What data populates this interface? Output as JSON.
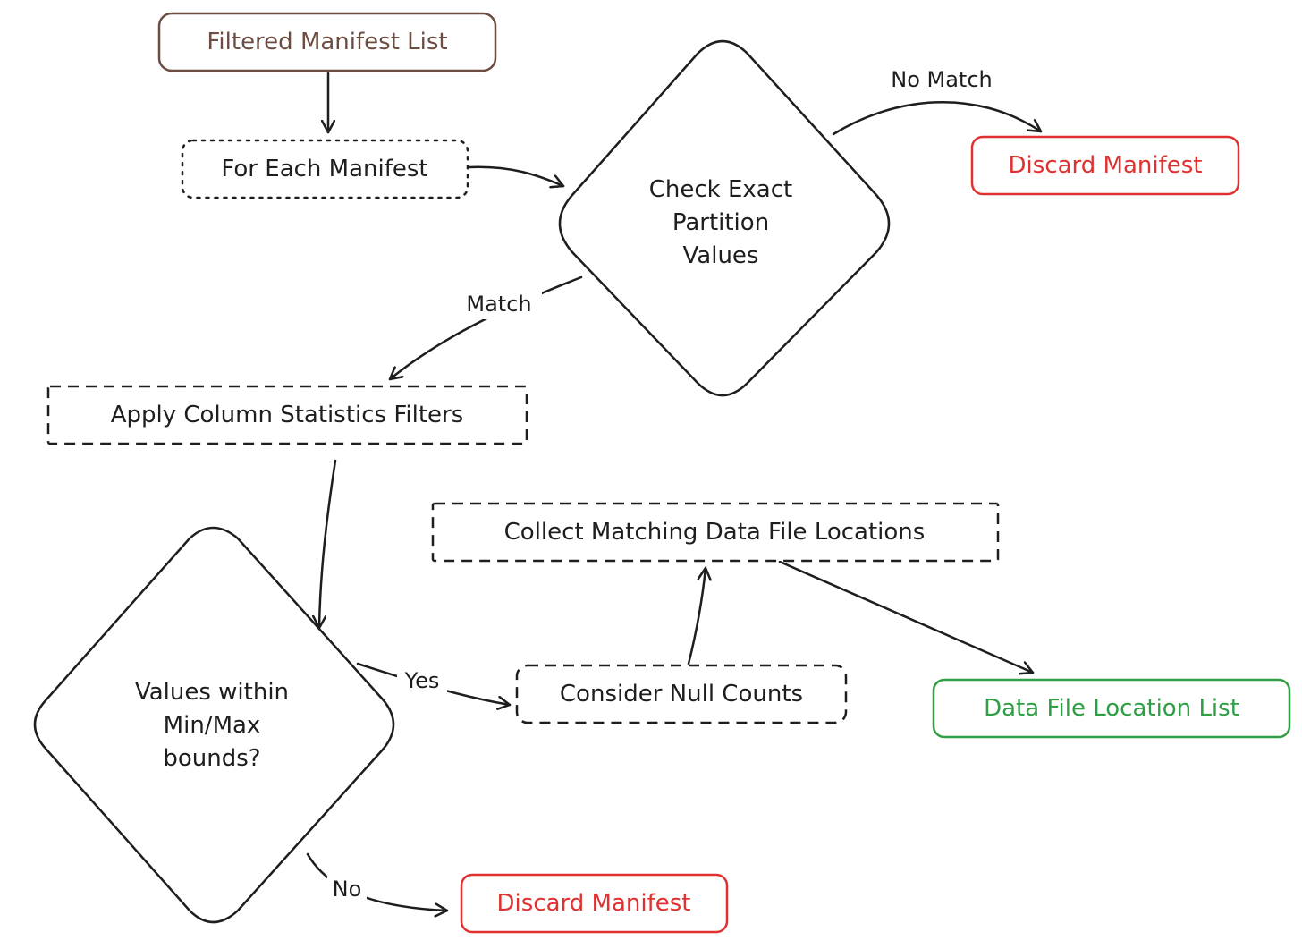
{
  "colors": {
    "ink": "#1e1e1e",
    "brown": "#6d4c41",
    "red": "#e03131",
    "green": "#2f9e44"
  },
  "nodes": {
    "filtered_manifest_list": "Filtered Manifest List",
    "for_each_manifest": "For Each Manifest",
    "check_partition": [
      "Check Exact",
      "Partition",
      "Values"
    ],
    "discard_manifest_top": "Discard Manifest",
    "apply_column_stats": "Apply Column Statistics Filters",
    "collect_locations": "Collect Matching Data File Locations",
    "values_within_bounds": [
      "Values within",
      "Min/Max",
      "bounds?"
    ],
    "consider_null_counts": "Consider Null Counts",
    "data_file_location_list": "Data File Location List",
    "discard_manifest_bottom": "Discard Manifest"
  },
  "edges": {
    "no_match": "No Match",
    "match": "Match",
    "yes": "Yes",
    "no": "No"
  }
}
